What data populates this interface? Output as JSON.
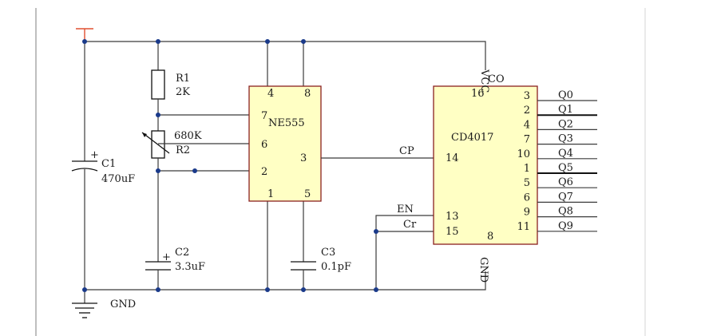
{
  "colors": {
    "wire": "#3b3b3b",
    "ic_fill": "#ffffc4",
    "ic_border": "#8a2020",
    "junction": "#1a3a8a",
    "vcc_marker": "#e05030"
  },
  "labels": {
    "r1": "R1",
    "r1_val": "2K",
    "r2_val": "680K",
    "r2": "R2",
    "c1": "C1",
    "c1_val": "470uF",
    "c2": "C2",
    "c2_val": "3.3uF",
    "c3": "C3",
    "c3_val": "0.1pF",
    "gnd": "GND",
    "plus": "+"
  },
  "ne555": {
    "name": "NE555",
    "pins": {
      "p4": "4",
      "p8": "8",
      "p7": "7",
      "p6": "6",
      "p2": "2",
      "p3": "3",
      "p1": "1",
      "p5": "5"
    }
  },
  "cd4017": {
    "name": "CD4017",
    "vcc": "VCC",
    "co": "CO",
    "gnd": "GND",
    "pins": {
      "p16": "16",
      "p14": "14",
      "p13": "13",
      "p15": "15",
      "p8": "8"
    },
    "inputs": {
      "cp": "CP",
      "en": "EN",
      "cr": "Cr"
    },
    "outputs": [
      {
        "pin": "3",
        "q": "Q0"
      },
      {
        "pin": "2",
        "q": "Q1"
      },
      {
        "pin": "4",
        "q": "Q2"
      },
      {
        "pin": "7",
        "q": "Q3"
      },
      {
        "pin": "10",
        "q": "Q4"
      },
      {
        "pin": "1",
        "q": "Q5"
      },
      {
        "pin": "5",
        "q": "Q6"
      },
      {
        "pin": "6",
        "q": "Q7"
      },
      {
        "pin": "9",
        "q": "Q8"
      },
      {
        "pin": "11",
        "q": "Q9"
      }
    ]
  }
}
